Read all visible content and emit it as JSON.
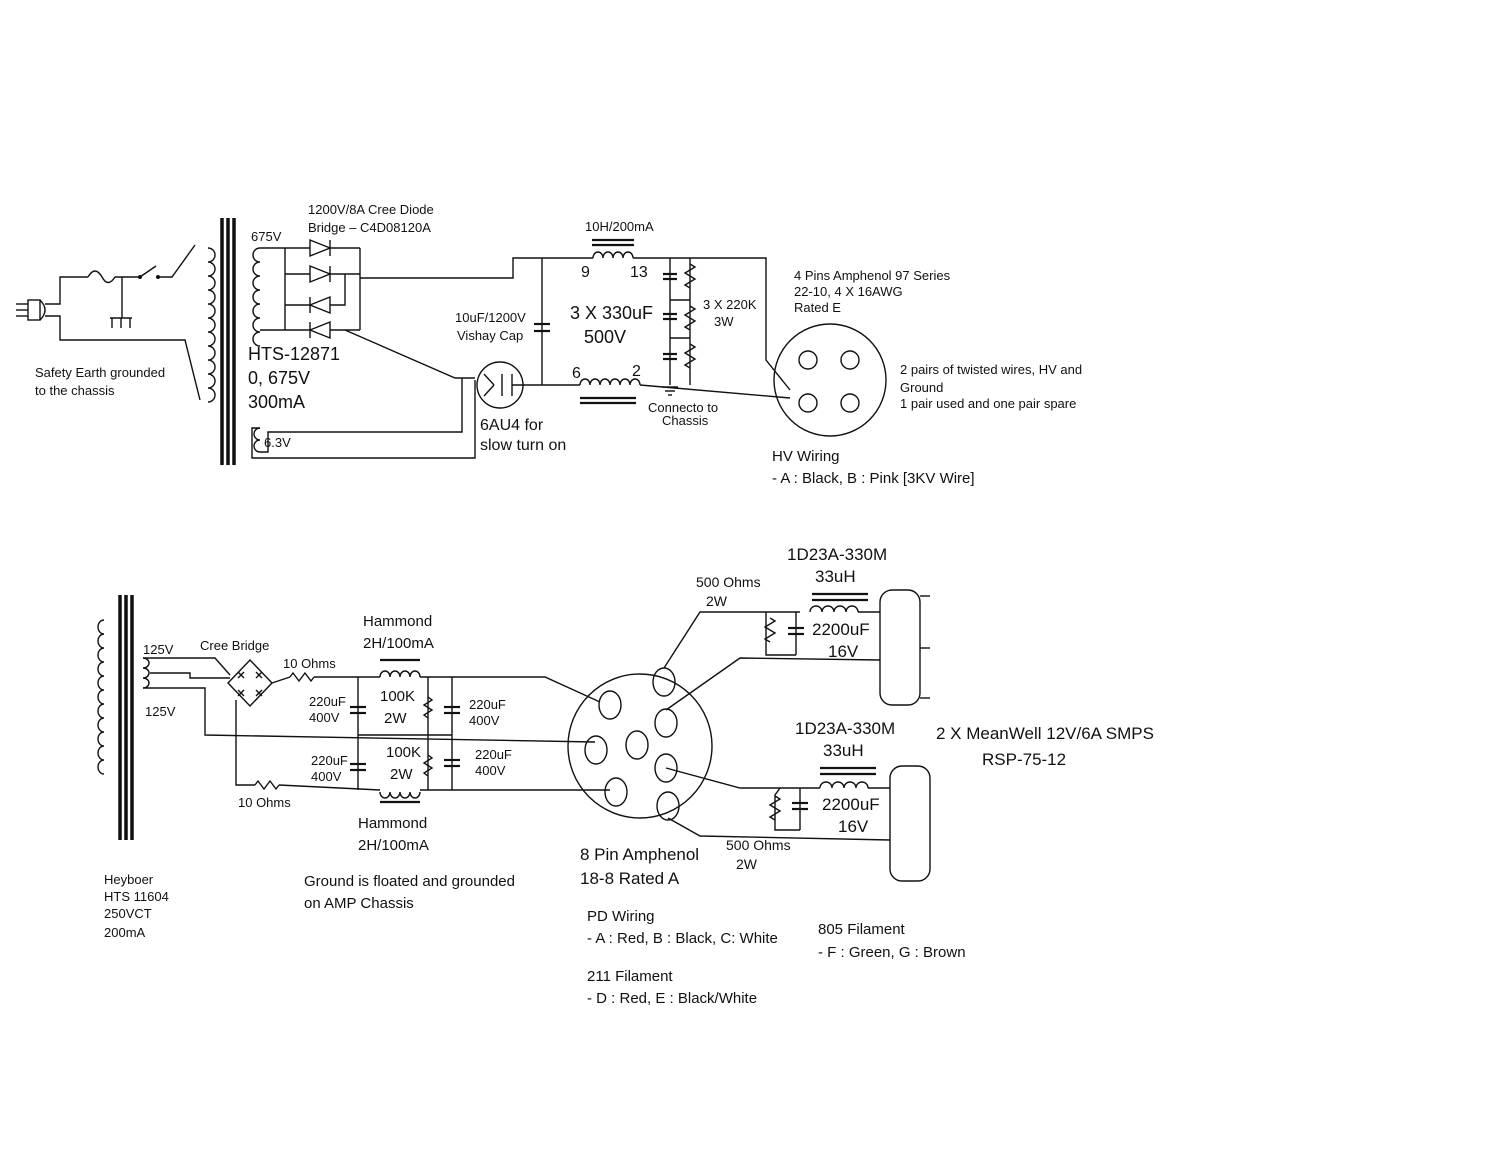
{
  "hv_supply": {
    "diode_bridge_line1": "1200V/8A Cree Diode",
    "diode_bridge_line2": "Bridge – C4D08120A",
    "secondary_voltage": "675V",
    "transformer_line1": "HTS-12871",
    "transformer_line2": "0, 675V",
    "transformer_line3": "300mA",
    "heater_voltage": "6.3V",
    "earth_line1": "Safety Earth grounded",
    "earth_line2": "to the chassis",
    "choke_label": "10H/200mA",
    "choke_pin_a": "9",
    "choke_pin_b": "13",
    "choke2_pin_a": "6",
    "choke2_pin_b": "2",
    "cap_bank_line1": "3 X 330uF",
    "cap_bank_line2": "500V",
    "film_cap_line1": "10uF/1200V",
    "film_cap_line2": "Vishay Cap",
    "tube_line1": "6AU4 for",
    "tube_line2": "slow turn on",
    "resistors_line1": "3 X 220K",
    "resistors_line2": "3W",
    "chassis_line1": "Connecto to",
    "chassis_line2": "Chassis",
    "connector_line1": "4 Pins Amphenol 97 Series",
    "connector_line2": "22-10, 4 X 16AWG",
    "connector_line3": "Rated E",
    "twisted_line1": "2 pairs of twisted wires, HV and",
    "twisted_line2": "Ground",
    "twisted_line3": "1 pair used and one pair spare",
    "wiring_title": "HV Wiring",
    "wiring_detail": " - A : Black, B : Pink [3KV Wire]"
  },
  "lv_supply": {
    "sec_top": "125V",
    "sec_bottom": "125V",
    "bridge_label": "Cree Bridge",
    "res_top": "10 Ohms",
    "res_bottom": "10 Ohms",
    "choke_top_line1": "Hammond",
    "choke_top_line2": "2H/100mA",
    "choke_bottom_line1": "Hammond",
    "choke_bottom_line2": "2H/100mA",
    "cap1_line1": "220uF",
    "cap1_line2": "400V",
    "cap2_line1": "220uF",
    "cap2_line2": "400V",
    "cap3_line1": "220uF",
    "cap3_line2": "400V",
    "cap4_line1": "220uF",
    "cap4_line2": "400V",
    "bleeder1_line1": "100K",
    "bleeder1_line2": "2W",
    "bleeder2_line1": "100K",
    "bleeder2_line2": "2W",
    "transformer_line1": "Heyboer",
    "transformer_line2": "HTS 11604",
    "transformer_line3": "250VCT",
    "transformer_line4": "200mA",
    "ground_line1": "Ground is floated and grounded",
    "ground_line2": "on AMP Chassis",
    "connector_line1": "8 Pin Amphenol",
    "connector_line2": "18-8 Rated A",
    "pd_title": "PD Wiring",
    "pd_detail": " - A : Red, B : Black, C: White",
    "f211_title": "211 Filament",
    "f211_detail": " - D : Red, E : Black/White",
    "f805_title": "805 Filament",
    "f805_detail": " - F : Green, G : Brown"
  },
  "filament_supply": {
    "inductor_top_line1": "1D23A-330M",
    "inductor_top_line2": "33uH",
    "inductor_bottom_line1": "1D23A-330M",
    "inductor_bottom_line2": "33uH",
    "res_top_line1": "500 Ohms",
    "res_top_line2": "2W",
    "res_bottom_line1": "500 Ohms",
    "res_bottom_line2": "2W",
    "cap_top_line1": "2200uF",
    "cap_top_line2": "16V",
    "cap_bottom_line1": "2200uF",
    "cap_bottom_line2": "16V",
    "smps_line1": "2 X MeanWell 12V/6A SMPS",
    "smps_line2": "RSP-75-12"
  }
}
